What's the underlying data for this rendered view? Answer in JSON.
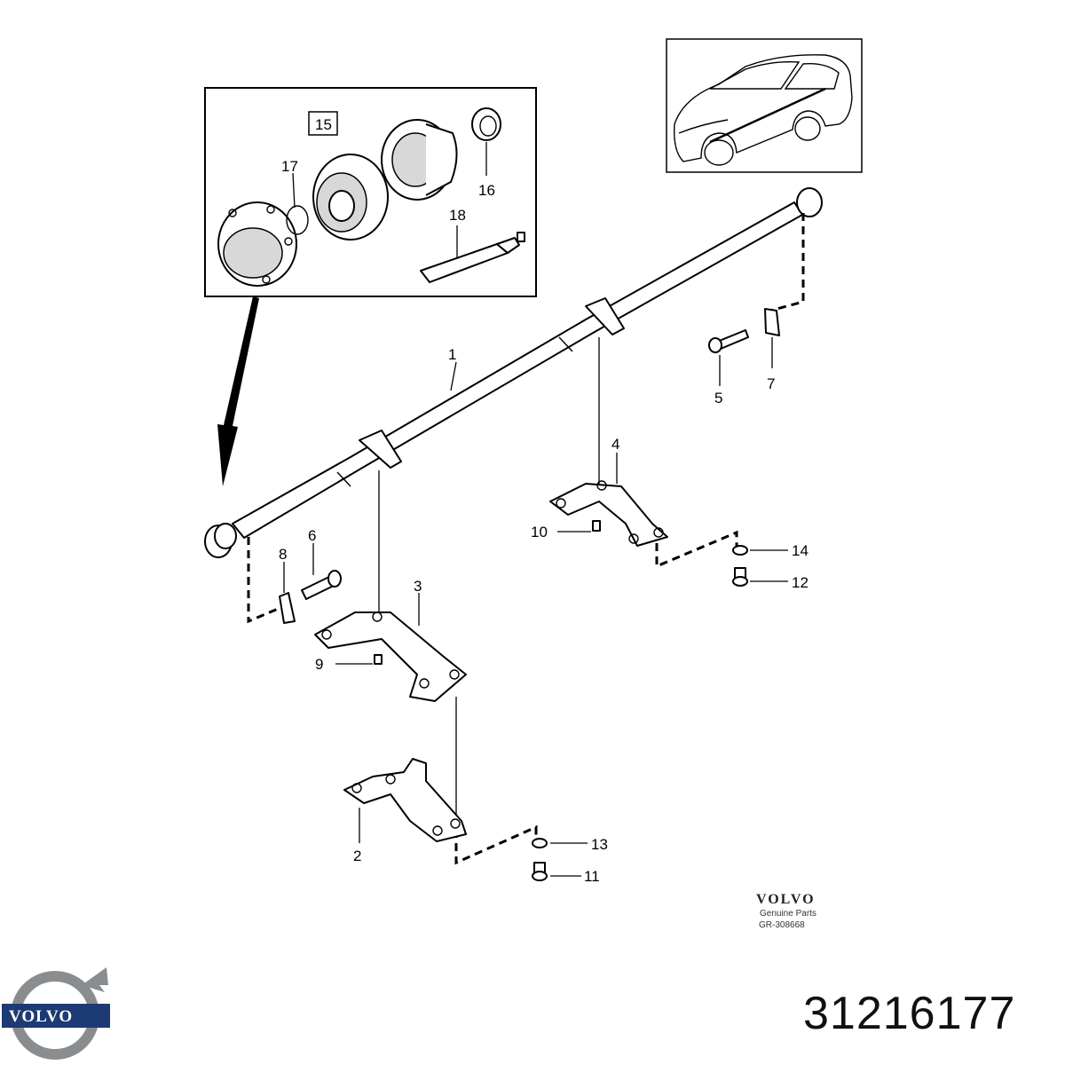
{
  "diagram": {
    "callouts": {
      "c1": "1",
      "c2": "2",
      "c3": "3",
      "c4": "4",
      "c5": "5",
      "c6": "6",
      "c7": "7",
      "c8": "8",
      "c9": "9",
      "c10": "10",
      "c11": "11",
      "c12": "12",
      "c13": "13",
      "c14": "14",
      "c15": "15",
      "c16": "16",
      "c17": "17",
      "c18": "18"
    },
    "footer": {
      "brand": "VOLVO",
      "genuine": "Genuine Parts",
      "code": "GR-308668"
    }
  },
  "logo": {
    "word": "VOLVO",
    "accent_color": "#1c3a73",
    "ring_color": "#8a8d90"
  },
  "part_number": "31216177"
}
